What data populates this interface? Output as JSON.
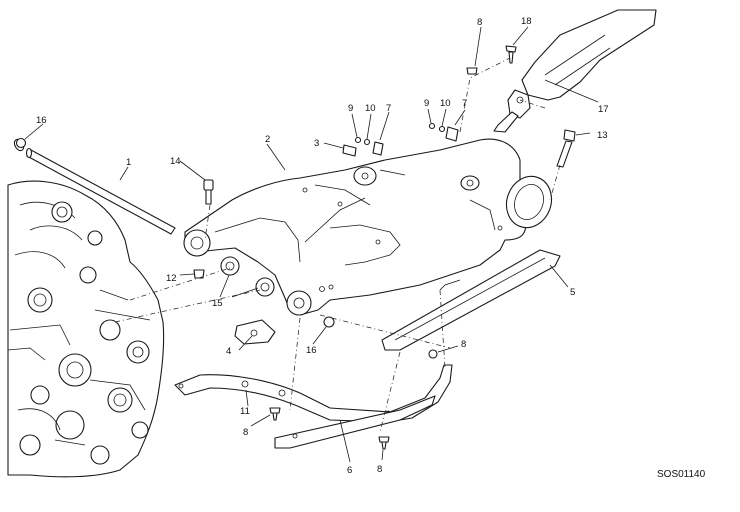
{
  "diagram": {
    "code": "SOS01140",
    "callouts": [
      {
        "id": "c1",
        "text": "1"
      },
      {
        "id": "c2",
        "text": "2"
      },
      {
        "id": "c3",
        "text": "3"
      },
      {
        "id": "c4",
        "text": "4"
      },
      {
        "id": "c5",
        "text": "5"
      },
      {
        "id": "c6",
        "text": "6"
      },
      {
        "id": "c7a",
        "text": "7"
      },
      {
        "id": "c7b",
        "text": "7"
      },
      {
        "id": "c8a",
        "text": "8"
      },
      {
        "id": "c8b",
        "text": "8"
      },
      {
        "id": "c8c",
        "text": "8"
      },
      {
        "id": "c8d",
        "text": "8"
      },
      {
        "id": "c9a",
        "text": "9"
      },
      {
        "id": "c9b",
        "text": "9"
      },
      {
        "id": "c10a",
        "text": "10"
      },
      {
        "id": "c10b",
        "text": "10"
      },
      {
        "id": "c11",
        "text": "11"
      },
      {
        "id": "c12",
        "text": "12"
      },
      {
        "id": "c13",
        "text": "13"
      },
      {
        "id": "c14",
        "text": "14"
      },
      {
        "id": "c15",
        "text": "15"
      },
      {
        "id": "c16a",
        "text": "16"
      },
      {
        "id": "c16b",
        "text": "16"
      },
      {
        "id": "c17",
        "text": "17"
      },
      {
        "id": "c18",
        "text": "18"
      }
    ]
  }
}
